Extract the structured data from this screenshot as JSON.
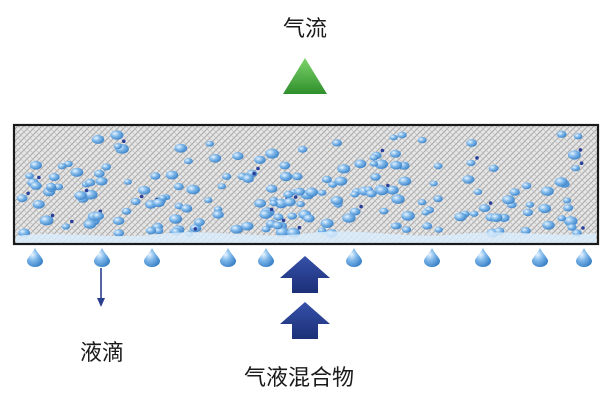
{
  "labels": {
    "air_flow": "气流",
    "liquid_drop": "液滴",
    "gas_liquid_mixture": "气液混合物"
  },
  "colors": {
    "up_arrow": "#3ea23a",
    "mixture_arrow": "#233b8e",
    "droplet": "#4f96d6",
    "droplet_highlight": "#cfe6fb",
    "mesh": "#b8b8b8",
    "frame": "#1a1a1a",
    "drip_arrow": "#2b3f8f"
  },
  "icons": {
    "air_flow": "up-arrow-icon",
    "mixture": "double-up-arrow-icon",
    "drip": "thin-down-arrow-icon",
    "droplet": "water-drop-icon"
  }
}
